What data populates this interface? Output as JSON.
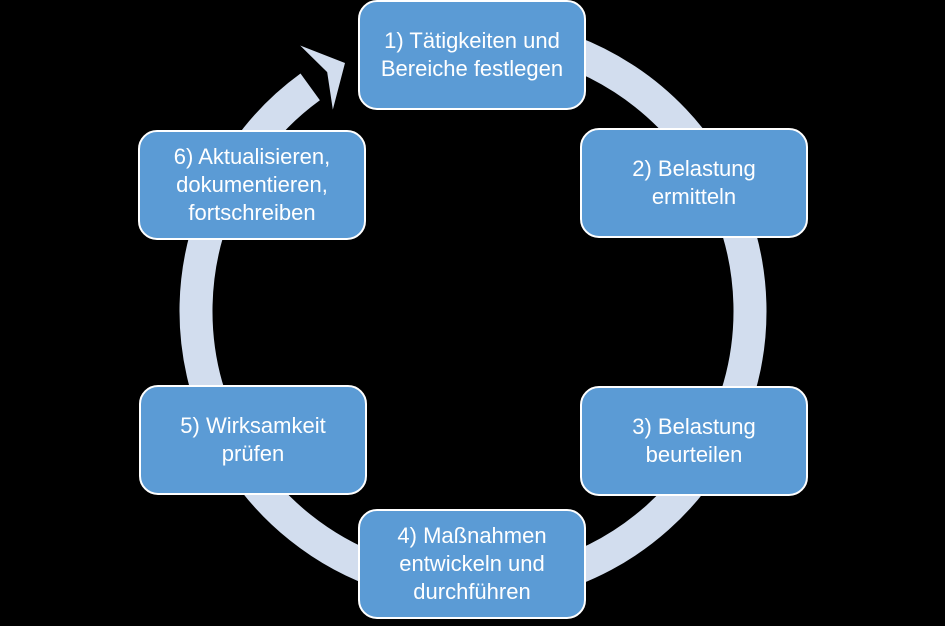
{
  "diagram": {
    "type": "cycle",
    "steps": [
      {
        "label": "1) Tätigkeiten und\nBereiche festlegen"
      },
      {
        "label": "2) Belastung\nermitteln"
      },
      {
        "label": "3) Belastung\nbeurteilen"
      },
      {
        "label": "4) Maßnahmen\nentwickeln und\ndurchführen"
      },
      {
        "label": "5) Wirksamkeit\nprüfen"
      },
      {
        "label": "6) Aktualisieren,\ndokumentieren,\nfortschreiben"
      }
    ]
  },
  "colors": {
    "step_fill": "#5B9BD5",
    "step_border": "#FFFFFF",
    "step_text": "#FFFFFF",
    "ring": "#D2DDEE",
    "background": "#000000"
  }
}
